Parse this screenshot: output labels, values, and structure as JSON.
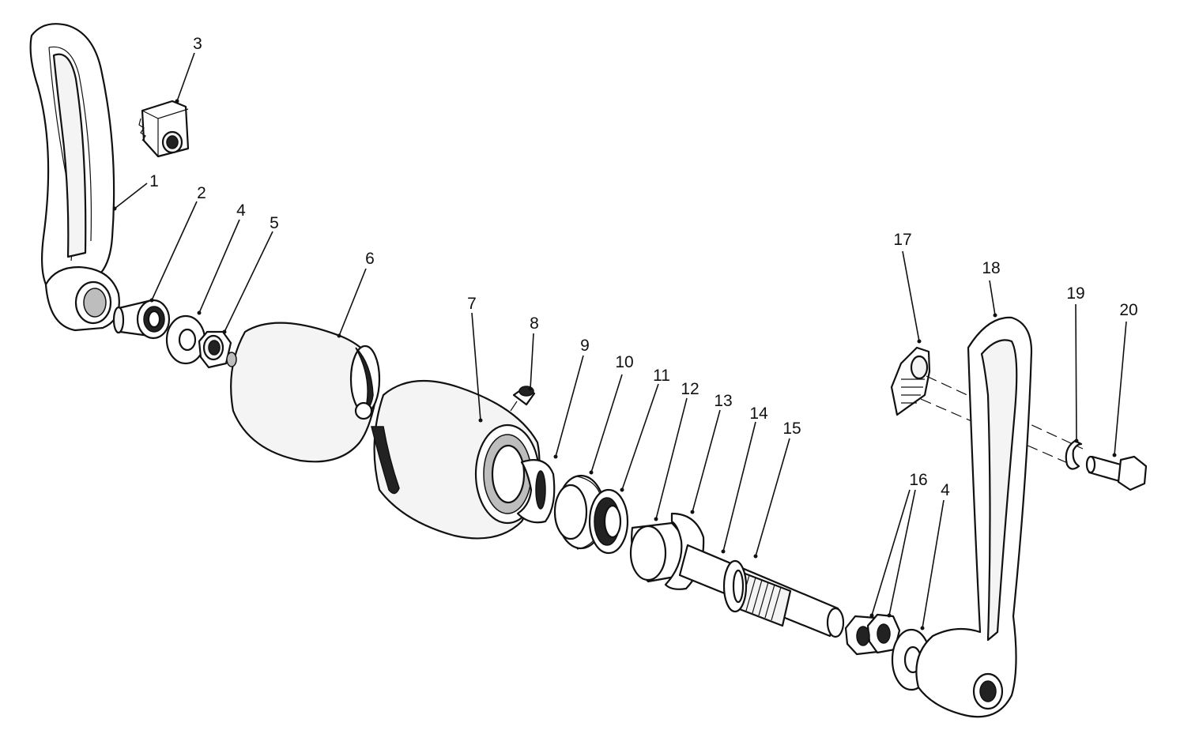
{
  "callouts": [
    {
      "id": "c1",
      "text": "1"
    },
    {
      "id": "c2",
      "text": "2"
    },
    {
      "id": "c3",
      "text": "3"
    },
    {
      "id": "c4a",
      "text": "4"
    },
    {
      "id": "c5",
      "text": "5"
    },
    {
      "id": "c6",
      "text": "6"
    },
    {
      "id": "c7",
      "text": "7"
    },
    {
      "id": "c8",
      "text": "8"
    },
    {
      "id": "c9",
      "text": "9"
    },
    {
      "id": "c10",
      "text": "10"
    },
    {
      "id": "c11",
      "text": "11"
    },
    {
      "id": "c12",
      "text": "12"
    },
    {
      "id": "c13",
      "text": "13"
    },
    {
      "id": "c14",
      "text": "14"
    },
    {
      "id": "c15",
      "text": "15"
    },
    {
      "id": "c16",
      "text": "16"
    },
    {
      "id": "c4b",
      "text": "4"
    },
    {
      "id": "c17",
      "text": "17"
    },
    {
      "id": "c18",
      "text": "18"
    },
    {
      "id": "c19",
      "text": "19"
    },
    {
      "id": "c20",
      "text": "20"
    }
  ]
}
